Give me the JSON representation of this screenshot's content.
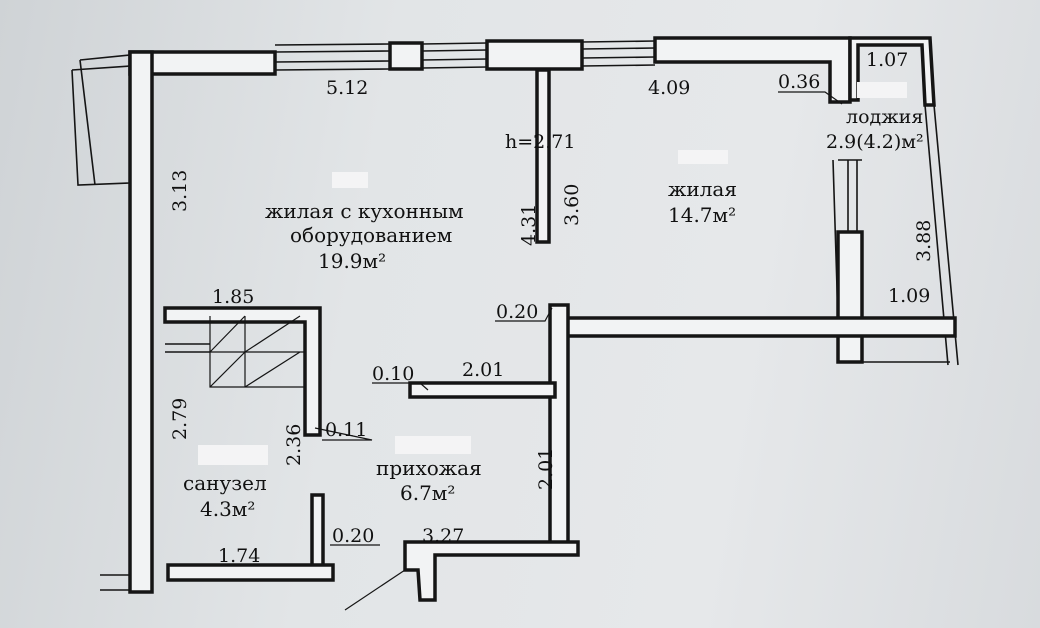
{
  "plan": {
    "ceiling_height": "h=2.71",
    "rooms": {
      "living_kitchen": {
        "name_line1": "жилая с кухонным",
        "name_line2": "оборудованием",
        "area": "19.9м²"
      },
      "living": {
        "name": "жилая",
        "area": "14.7м²"
      },
      "loggia": {
        "name": "лоджия",
        "area": "2.9(4.2)м²"
      },
      "bathroom": {
        "name": "санузел",
        "area": "4.3м²"
      },
      "hallway": {
        "name": "прихожая",
        "area": "6.7м²"
      }
    },
    "dimensions": {
      "d512": "5.12",
      "d409": "4.09",
      "d107": "1.07",
      "d036": "0.36",
      "d313": "3.13",
      "d431": "4.31",
      "d360": "3.60",
      "d388": "3.88",
      "d109": "1.09",
      "d020a": "0.20",
      "d185": "1.85",
      "d010": "0.10",
      "d201h": "2.01",
      "d279": "2.79",
      "d236": "2.36",
      "d011": "0.11",
      "d201v": "2.01",
      "d174": "1.74",
      "d020b": "0.20",
      "d327": "3.27"
    },
    "colors": {
      "ink": "#151515",
      "wall_fill": "#f2f3f4"
    }
  }
}
